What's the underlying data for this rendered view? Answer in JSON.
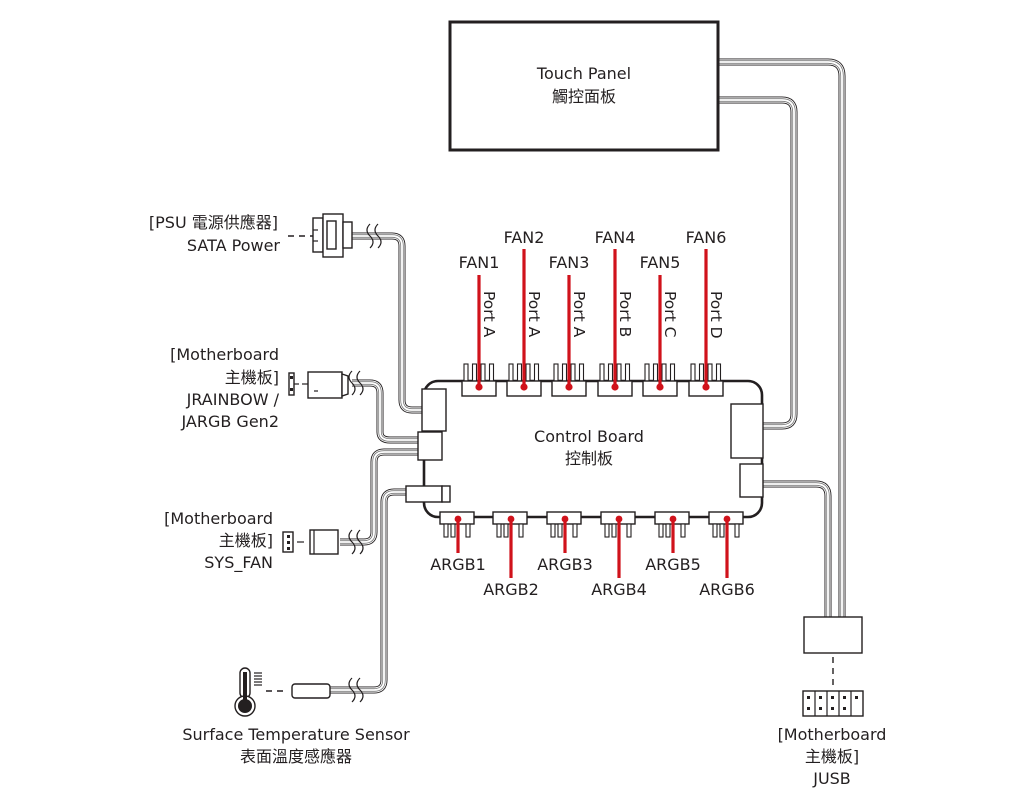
{
  "touch_panel": {
    "label_en": "Touch Panel",
    "label_zh": "觸控面板"
  },
  "control_board": {
    "label_en": "Control Board",
    "label_zh": "控制板"
  },
  "psu": {
    "line1": "[PSU 電源供應器]",
    "line2": "SATA Power"
  },
  "jrainbow": {
    "line1": "[Motherboard",
    "line2": "主機板]",
    "line3": "JRAINBOW /",
    "line4": "JARGB Gen2"
  },
  "sys_fan": {
    "line1": "[Motherboard",
    "line2": "主機板]",
    "line3": "SYS_FAN"
  },
  "temp_sensor": {
    "label_en": "Surface Temperature Sensor",
    "label_zh": "表面溫度感應器"
  },
  "jusb": {
    "line1": "[Motherboard",
    "line2": "主機板]",
    "line3": "JUSB"
  },
  "fans": [
    {
      "name": "FAN1",
      "port": "Port A"
    },
    {
      "name": "FAN2",
      "port": "Port A"
    },
    {
      "name": "FAN3",
      "port": "Port A"
    },
    {
      "name": "FAN4",
      "port": "Port B"
    },
    {
      "name": "FAN5",
      "port": "Port C"
    },
    {
      "name": "FAN6",
      "port": "Port D"
    }
  ],
  "argb": [
    {
      "name": "ARGB1"
    },
    {
      "name": "ARGB2"
    },
    {
      "name": "ARGB3"
    },
    {
      "name": "ARGB4"
    },
    {
      "name": "ARGB5"
    },
    {
      "name": "ARGB6"
    }
  ],
  "colors": {
    "accent_red": "#d0121b",
    "line": "#231f20"
  }
}
